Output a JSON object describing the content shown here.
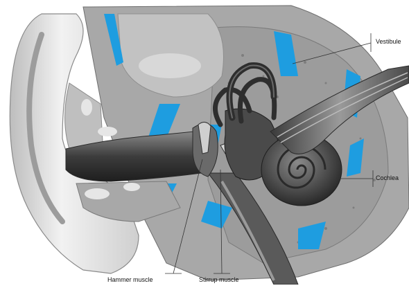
{
  "labels": {
    "vestibule": "Vestibule",
    "cochlea": "Cochlea",
    "hammer_muscle": "Hammer muscle",
    "stirrup_muscle": "Stirrup muscle"
  },
  "colors": {
    "bone": "#9a9a9a",
    "bone_dark": "#7c7c7c",
    "cartilage": "#dcdcdc",
    "fluid": "#1e9de0",
    "organ": "#3a3a3a",
    "canal": "#5a5a5a"
  }
}
